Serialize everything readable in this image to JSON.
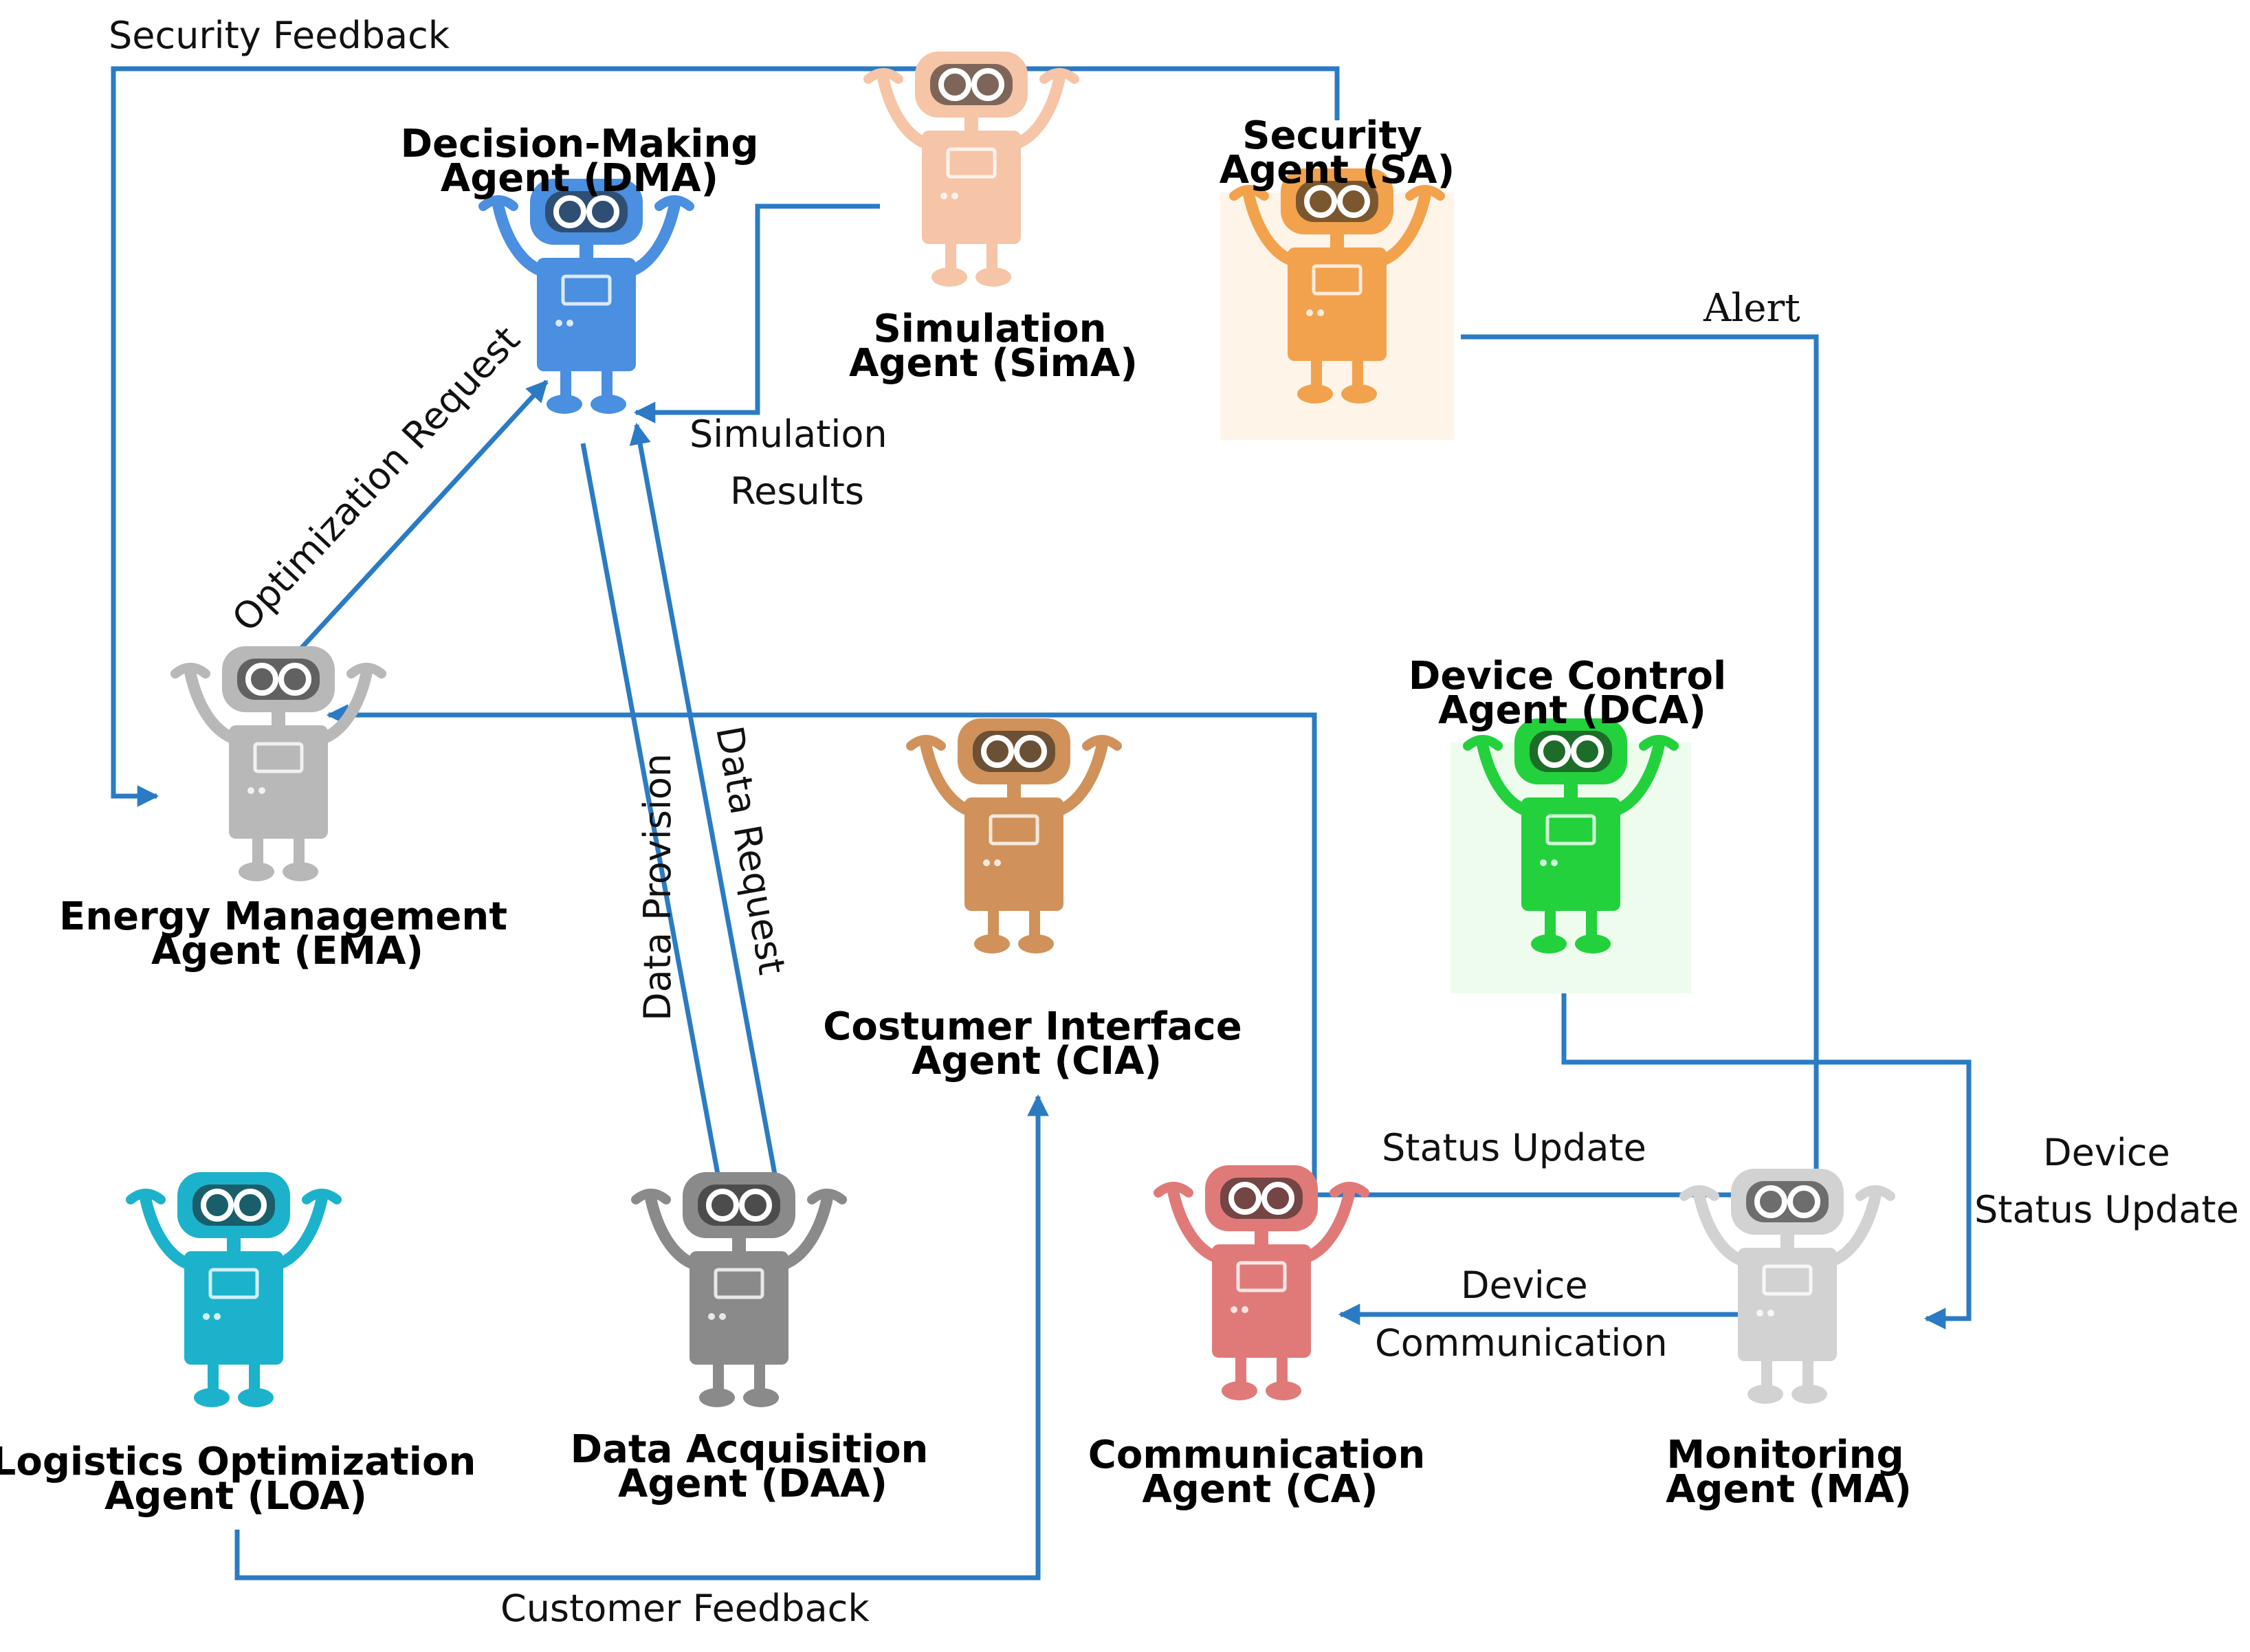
{
  "agents": {
    "dma": {
      "name_line1": "Decision-Making",
      "name_line2": "Agent (DMA)",
      "color": "#4a8fe0"
    },
    "sima": {
      "name_line1": "Simulation",
      "name_line2": "Agent (SimA)",
      "color": "#f6c4a6"
    },
    "sa": {
      "name_line1": "Security",
      "name_line2": "Agent (SA)",
      "color": "#f2a24c"
    },
    "ema": {
      "name_line1": "Energy Management",
      "name_line2": "Agent (EMA)",
      "color": "#b8b8b8"
    },
    "dca": {
      "name_line1": "Device Control",
      "name_line2": "Agent (DCA)",
      "color": "#22d13c"
    },
    "cia": {
      "name_line1": "Costumer Interface",
      "name_line2": "Agent (CIA)",
      "color": "#d0925a"
    },
    "loa": {
      "name_line1": "Logistics Optimization",
      "name_line2": "Agent (LOA)",
      "color": "#1cb2cc"
    },
    "daa": {
      "name_line1": "Data Acquisition",
      "name_line2": "Agent (DAA)",
      "color": "#8a8a8a"
    },
    "ca": {
      "name_line1": "Communication",
      "name_line2": "Agent (CA)",
      "color": "#e07a78"
    },
    "ma": {
      "name_line1": "Monitoring",
      "name_line2": "Agent (MA)",
      "color": "#d2d2d2"
    }
  },
  "flows": {
    "security_feedback": "Security Feedback",
    "alert": "Alert",
    "optimization_request": "Optimization Request",
    "simulation_results_1": "Simulation",
    "simulation_results_2": "Results",
    "data_provision": "Data Provision",
    "data_request": "Data Request",
    "status_update": "Status Update",
    "device_status_update_1": "Device",
    "device_status_update_2": "Status Update",
    "device_communication_1": "Device",
    "device_communication_2": "Communication",
    "customer_feedback": "Customer Feedback"
  },
  "colors": {
    "connector": "#2a7bc4"
  }
}
